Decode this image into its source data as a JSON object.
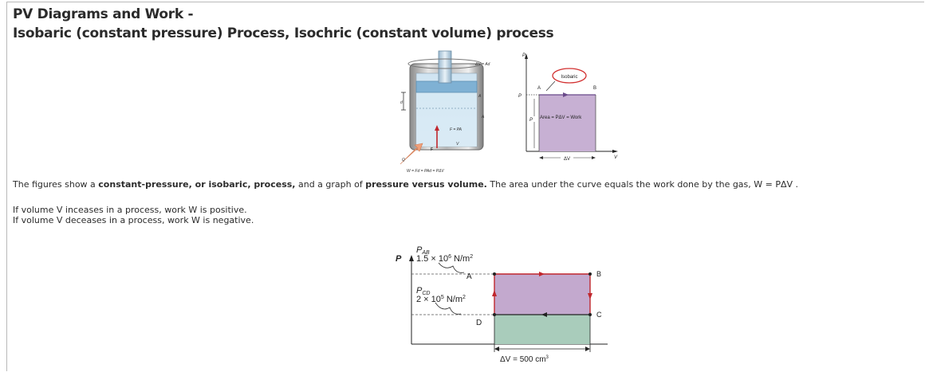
{
  "heading": {
    "line1": "PV Diagrams and Work  -",
    "line2": "Isobaric (constant pressure) Process, Isochric (constant volume) process"
  },
  "figure1": {
    "cylinder_labels": {
      "dv_ad": "ΔV = Ad",
      "d": "d",
      "a": "A",
      "f_pa": "F = PA",
      "v": "V",
      "f": "F",
      "q": "Q",
      "work_eq": "W   = Fd = PAd = PΔV",
      "work_sub": "out"
    },
    "graph_labels": {
      "p_axis": "P",
      "v_axis": "V",
      "p_tick": "P",
      "p_side": "P",
      "point_a": "A",
      "point_b": "B",
      "callout": "Isobaric",
      "area": "Area = PΔV = Work",
      "dv": "ΔV"
    },
    "colors": {
      "fill": "#c7b0d3",
      "callout": "#d23030"
    }
  },
  "paragraph": {
    "pre": "The figures show a ",
    "b1": "constant-pressure, or isobaric, process,",
    "mid": " and a graph of ",
    "b2": "pressure versus volume.",
    "post": " The area under the curve equals the work done by the gas, W = PΔV ."
  },
  "notes": {
    "line1": "If volume V inceases in a process, work W is positive.",
    "line2": "If volume V deceases in a process, work W is negative."
  },
  "figure2": {
    "p_axis": "P",
    "pab_label": "P",
    "pab_sub": "AB",
    "pab_value": "1.5 × 10",
    "pab_exp": "6",
    "pab_unit": " N/m",
    "pab_unit_exp": "2",
    "pcd_label": "P",
    "pcd_sub": "CD",
    "pcd_value": "2 × 10",
    "pcd_exp": "5",
    "pcd_unit": " N/m",
    "pcd_unit_exp": "2",
    "point_a": "A",
    "point_b": "B",
    "point_c": "C",
    "point_d": "D",
    "dv_label": "ΔV = 500 cm",
    "dv_exp": "3",
    "colors": {
      "upper": "#c3a9ce",
      "lower": "#a9ccbb",
      "path": "#c0272d"
    }
  }
}
